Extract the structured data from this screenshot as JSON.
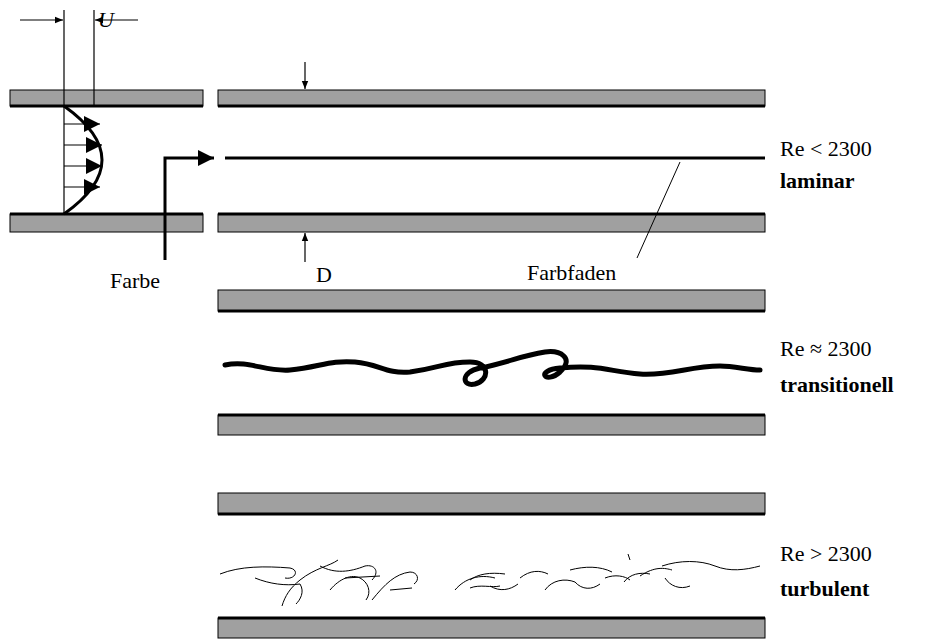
{
  "diagram": {
    "labels": [
      "U",
      "Farbe",
      "D",
      "Farbfaden",
      "Re < 2300",
      "laminar",
      "Re ≈ 2300",
      "transitionell",
      "Re > 2300",
      "turbulent"
    ]
  }
}
